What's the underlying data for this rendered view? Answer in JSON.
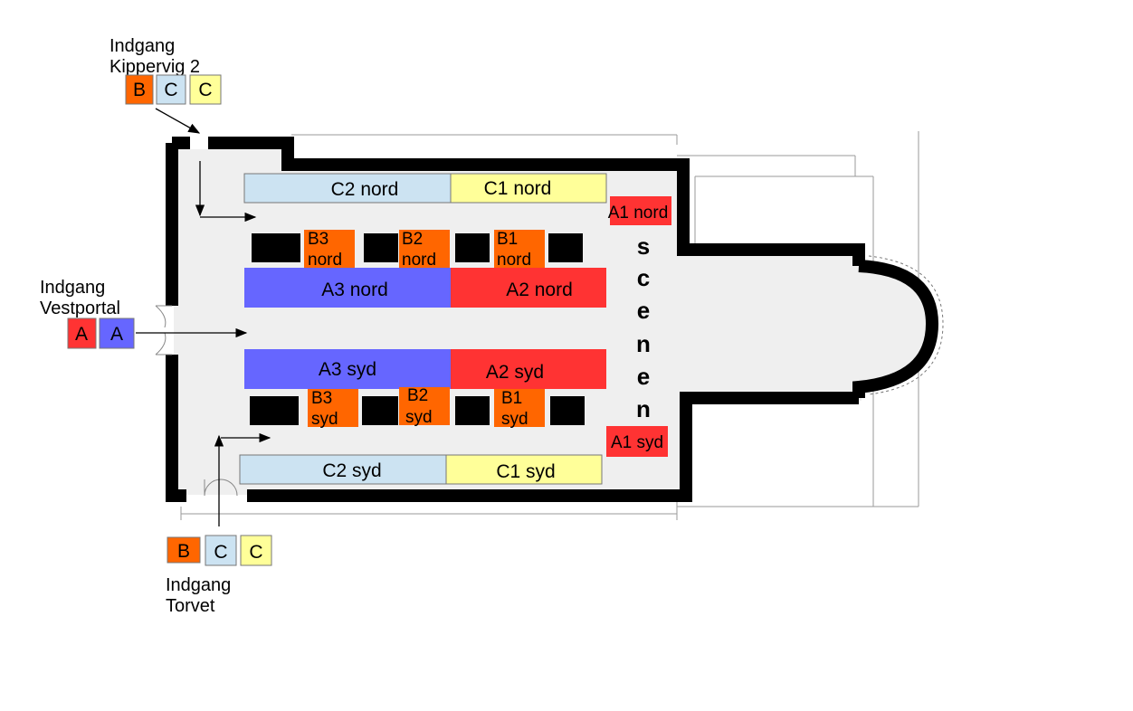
{
  "colors": {
    "wall": "#000000",
    "floor": "#efefef",
    "zone_a_red": "#ff3333",
    "zone_a_blue": "#6666ff",
    "zone_b_orange": "#ff6600",
    "zone_c_lightblue": "#cce3f2",
    "zone_c_yellow": "#ffff99",
    "pillar": "#000000",
    "dimension_lines": "#999999"
  },
  "entrances": {
    "kippervig": {
      "line1": "Indgang",
      "line2": "Kippervig 2",
      "badges": [
        "B",
        "C",
        "C"
      ]
    },
    "vestportal": {
      "line1": "Indgang",
      "line2": "Vestportal",
      "badges": [
        "A",
        "A"
      ]
    },
    "torvet": {
      "line1": "Indgang",
      "line2": "Torvet",
      "badges": [
        "B",
        "C",
        "C"
      ]
    }
  },
  "sections": {
    "c2_nord": "C2 nord",
    "c1_nord": "C1 nord",
    "a1_nord": "A1 nord",
    "b3_nord": [
      "B3",
      "nord"
    ],
    "b2_nord": [
      "B2",
      "nord"
    ],
    "b1_nord": [
      "B1",
      "nord"
    ],
    "a3_nord": "A3 nord",
    "a2_nord": "A2 nord",
    "a3_syd": "A3 syd",
    "a2_syd": "A2 syd",
    "b3_syd": [
      "B3",
      "syd"
    ],
    "b2_syd": [
      "B2",
      "syd"
    ],
    "b1_syd": [
      "B1",
      "syd"
    ],
    "a1_syd": "A1 syd",
    "c2_syd": "C2 syd",
    "c1_syd": "C1 syd"
  },
  "stage_letters": [
    "s",
    "c",
    "e",
    "n",
    "e",
    "n"
  ]
}
